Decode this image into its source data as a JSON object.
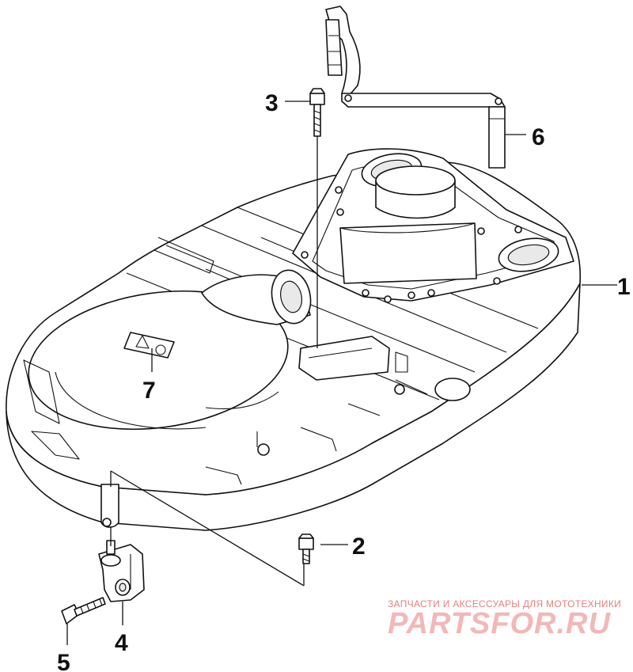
{
  "callouts": [
    {
      "id": "1",
      "text": "1"
    },
    {
      "id": "2",
      "text": "2"
    },
    {
      "id": "3",
      "text": "3"
    },
    {
      "id": "4",
      "text": "4"
    },
    {
      "id": "5",
      "text": "5"
    },
    {
      "id": "6",
      "text": "6"
    },
    {
      "id": "7",
      "text": "7"
    }
  ],
  "watermark": {
    "caption": "ЗАПЧАСТИ И АКСЕССУАРЫ ДЛЯ МОТОТЕХНИКИ",
    "logo": "PARTSFOR.RU"
  },
  "colors": {
    "line": "#111111",
    "background": "#ffffff",
    "watermark_caption": "#ea7d7d",
    "watermark_logo": "#f3b7b7"
  }
}
